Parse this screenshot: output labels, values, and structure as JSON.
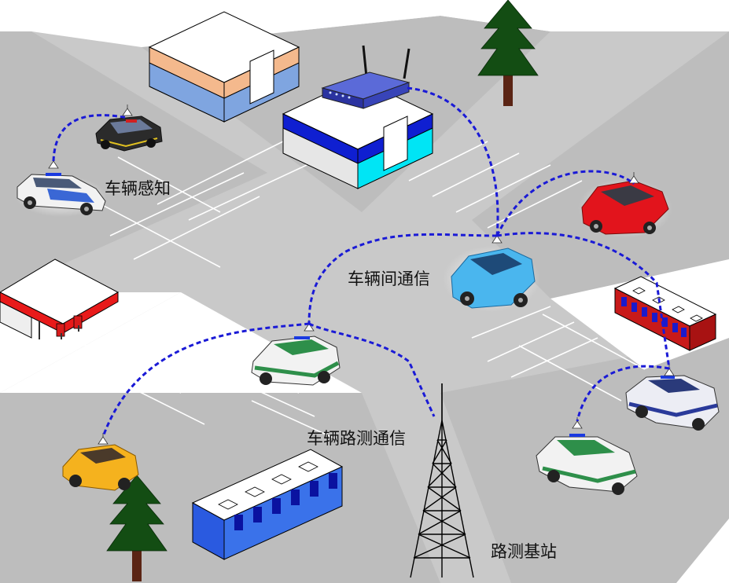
{
  "labels": {
    "vehicle_sensing": "车辆感知",
    "v2v": "车辆间通信",
    "v2i": "车辆路测通信",
    "roadside_station": "路测基站"
  },
  "colors": {
    "link": "#1a1ad6",
    "road": "#c8c8c8",
    "lane_mark": "#ffffff"
  },
  "icons": [
    "police-car-icon",
    "black-sedan-icon",
    "router-icon",
    "red-car-icon",
    "blue-car-icon",
    "green-police-car-icon",
    "red-bus-icon",
    "blue-police-car-icon",
    "yellow-taxi-icon",
    "tree-icon",
    "cell-tower-icon",
    "blue-bus-icon",
    "gas-station-icon",
    "building-icon"
  ]
}
